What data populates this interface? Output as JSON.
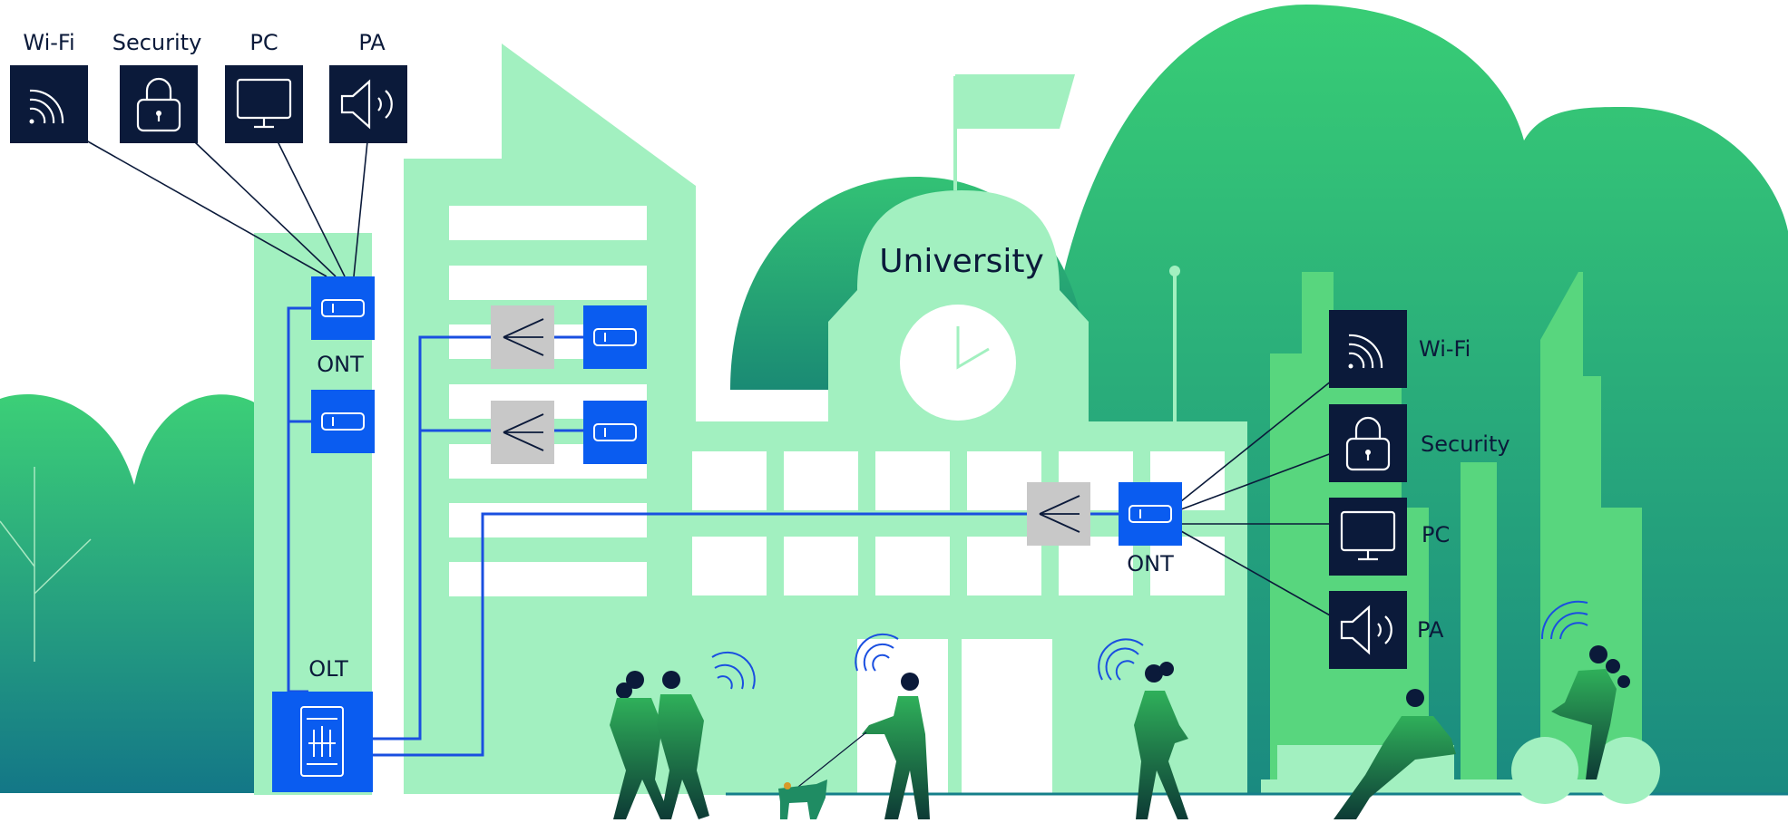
{
  "diagram": {
    "building_title": "University",
    "left_devices": [
      {
        "label": "Wi-Fi",
        "icon": "wifi-icon"
      },
      {
        "label": "Security",
        "icon": "lock-icon"
      },
      {
        "label": "PC",
        "icon": "monitor-icon"
      },
      {
        "label": "PA",
        "icon": "speaker-icon"
      }
    ],
    "right_devices": [
      {
        "label": "Wi-Fi",
        "icon": "wifi-icon"
      },
      {
        "label": "Security",
        "icon": "lock-icon"
      },
      {
        "label": "PC",
        "icon": "monitor-icon"
      },
      {
        "label": "PA",
        "icon": "speaker-icon"
      }
    ],
    "ont_left_label": "ONT",
    "ont_right_label": "ONT",
    "olt_label": "OLT"
  },
  "colors": {
    "navy": "#0b1a3a",
    "device_blue": "#0a5cf0",
    "fiber_blue": "#1a4fe0",
    "splitter_gray": "#c8c8c8",
    "light_green": "#a2f0c0",
    "mid_green": "#58d67e",
    "dark_green": "#1f8c63",
    "teal_bottom": "#157f8a"
  }
}
